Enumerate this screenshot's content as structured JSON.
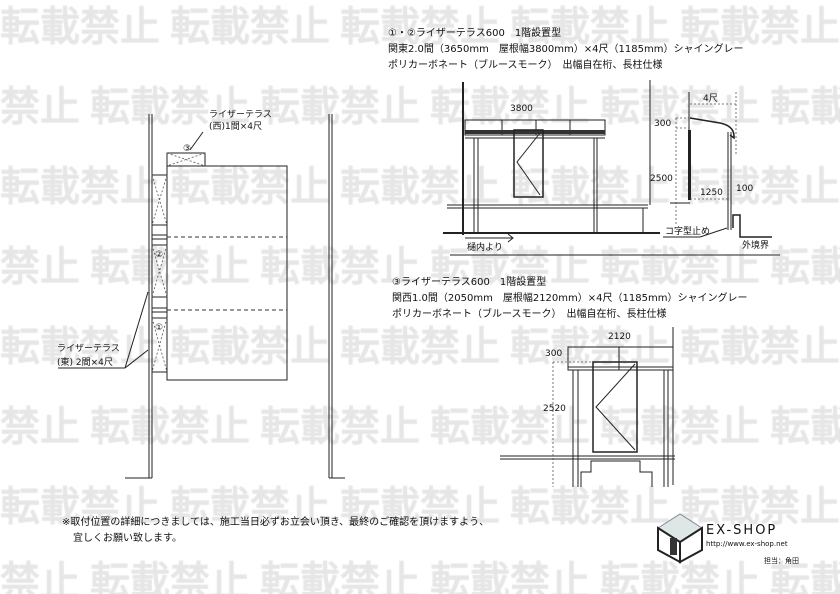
{
  "watermark": "転載禁止",
  "spec_1": {
    "title": "①・②ライザーテラス600　1階設置型",
    "line2": "関東2.0間（3650mm　屋根幅3800mm）×4尺（1185mm）シャイングレー",
    "line3": "ポリカーボネート（ブルースモーク）　出幅自在桁、長柱仕様"
  },
  "spec_2": {
    "title": "③ライザーテラス600　1階設置型",
    "line2": "関西1.0間（2050mm　屋根幅2120mm）×4尺（1185mm）シャイングレー",
    "line3": "ポリカーボネート（ブルースモーク）　出幅自在桁、長柱仕様"
  },
  "plan": {
    "west_label_1": "ライザーテラス",
    "west_label_2": "(西)1間×4尺",
    "east_label_1": "ライザーテラス",
    "east_label_2": "(東) 2間×4尺",
    "mark_1": "①",
    "mark_2": "②",
    "mark_3": "③"
  },
  "elevation_1": {
    "width": "3800",
    "from_gutter": "樋内より",
    "depth": "4尺",
    "roof_h": "300",
    "height": "2500",
    "offset": "1250",
    "gap": "100",
    "stopper": "コ字型止め",
    "boundary": "外境界"
  },
  "elevation_2": {
    "width": "2120",
    "roof_h": "300",
    "height": "2520"
  },
  "note": {
    "line1": "※取付位置の詳細につきましては、施工当日必ずお立会い頂き、最終のご確認を頂けますよう、",
    "line2": "宜しくお願い致します。"
  },
  "logo": {
    "brand": "EX-SHOP",
    "url": "http://www.ex-shop.net",
    "staff": "担当：角田"
  }
}
